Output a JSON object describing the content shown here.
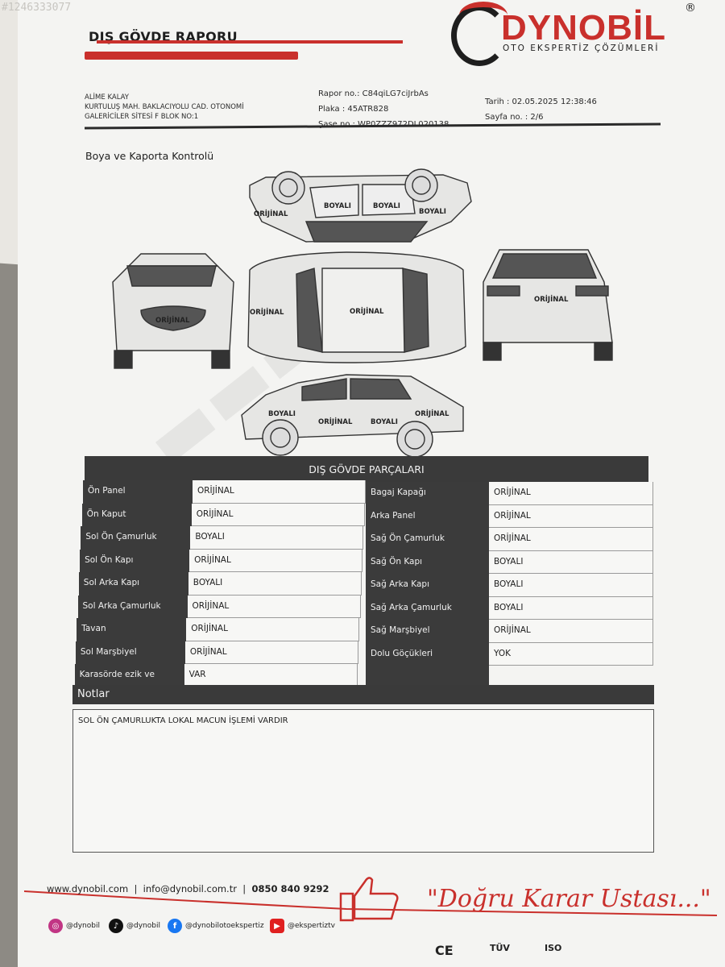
{
  "watermark_id": "#1246333077",
  "header": {
    "title": "DIŞ GÖVDE RAPORU",
    "brand": "DYNOBİL",
    "reg_mark": "®",
    "tagline": "OTO EKSPERTİZ ÇÖZÜMLERİ"
  },
  "address": {
    "line1": "ALİME KALAY",
    "line2": "KURTULUŞ MAH. BAKLACIYOLU CAD. OTONOMİ",
    "line3": "GALERİCİLER SİTESİ F BLOK NO:1"
  },
  "report": {
    "report_no": "Rapor no.: C84qiLG7ciJrbAs",
    "plate": "Plaka : 45ATR828",
    "chassis": "Şase no.: WP0ZZZ972DL020138",
    "date": "Tarih : 02.05.2025 12:38:46",
    "page": "Sayfa no. : 2/6"
  },
  "section_title": "Boya ve Kaporta Kontrolü",
  "diagram_labels": {
    "top_left_orijinal": "ORİJİNAL",
    "top_boyali_1": "BOYALI",
    "top_boyali_2": "BOYALI",
    "top_boyali_3": "BOYALI",
    "front": "ORİJİNAL",
    "hood": "ORİJİNAL",
    "roof": "ORİJİNAL",
    "rear": "ORİJİNAL",
    "side_boyali_1": "BOYALI",
    "side_orijinal_1": "ORİJİNAL",
    "side_boyali_2": "BOYALI",
    "side_orijinal_2": "ORİJİNAL"
  },
  "parts_table": {
    "title": "DIŞ GÖVDE PARÇALARI",
    "left": [
      {
        "part": "Ön Panel",
        "status": "ORİJİNAL"
      },
      {
        "part": "Ön Kaput",
        "status": "ORİJİNAL"
      },
      {
        "part": "Sol Ön Çamurluk",
        "status": "BOYALI"
      },
      {
        "part": "Sol Ön Kapı",
        "status": "ORİJİNAL"
      },
      {
        "part": "Sol Arka Kapı",
        "status": "BOYALI"
      },
      {
        "part": "Sol Arka Çamurluk",
        "status": "ORİJİNAL"
      },
      {
        "part": "Tavan",
        "status": "ORİJİNAL"
      },
      {
        "part": "Sol Marşbiyel",
        "status": "ORİJİNAL"
      },
      {
        "part": "Karasörde ezik ve çizikler",
        "status": "VAR"
      }
    ],
    "right": [
      {
        "part": "Bagaj Kapağı",
        "status": "ORİJİNAL"
      },
      {
        "part": "Arka Panel",
        "status": "ORİJİNAL"
      },
      {
        "part": "Sağ Ön Çamurluk",
        "status": "ORİJİNAL"
      },
      {
        "part": "Sağ Ön Kapı",
        "status": "BOYALI"
      },
      {
        "part": "Sağ Arka Kapı",
        "status": "BOYALI"
      },
      {
        "part": "Sağ Arka Çamurluk",
        "status": "BOYALI"
      },
      {
        "part": "Sağ Marşbiyel",
        "status": "ORİJİNAL"
      },
      {
        "part": "Dolu Göçükleri",
        "status": "YOK"
      }
    ]
  },
  "notes": {
    "title": "Notlar",
    "text": "SOL ÖN ÇAMURLUKTA LOKAL MACUN İŞLEMİ VARDIR"
  },
  "footer": {
    "website": "www.dynobil.com",
    "email": "info@dynobil.com.tr",
    "phone": "0850 840 9292",
    "slogan": "\"Doğru Karar Ustası...\"",
    "social": [
      {
        "name": "instagram",
        "handle": "@dynobil",
        "color": "#c13584"
      },
      {
        "name": "tiktok",
        "handle": "@dynobil",
        "color": "#111111"
      },
      {
        "name": "facebook",
        "handle": "@dynobilotoekspertiz",
        "color": "#1877f2"
      },
      {
        "name": "youtube",
        "handle": "@ekspertiztv",
        "color": "#e02020"
      }
    ],
    "certs": [
      "CE",
      "TÜV",
      "ISO"
    ]
  },
  "colors": {
    "brand_red": "#c9302c",
    "table_dark": "#3b3b3b"
  }
}
